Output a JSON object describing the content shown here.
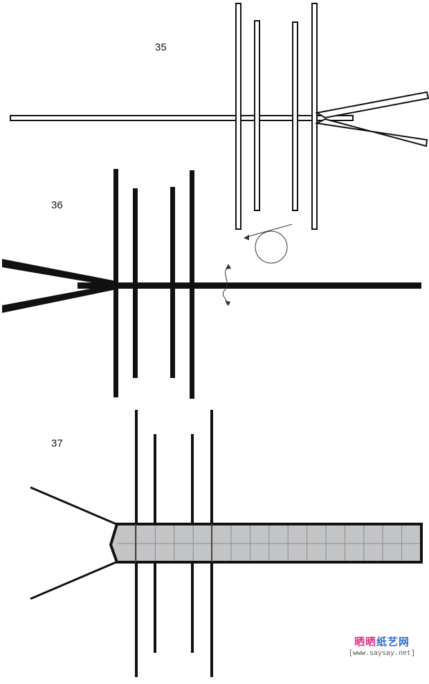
{
  "steps": [
    {
      "label": "35"
    },
    {
      "label": "36"
    },
    {
      "label": "37"
    }
  ],
  "watermark": {
    "text_part1": "晒晒",
    "text_part2": "纸艺网",
    "url": "[www.saysay.net]",
    "color1": "#e0338a",
    "color2": "#2b6fd1"
  },
  "colors": {
    "stroke": "#111111",
    "fill_gray": "#c3c4c6",
    "grid": "#8a8a8a",
    "arrow": "#333333"
  }
}
